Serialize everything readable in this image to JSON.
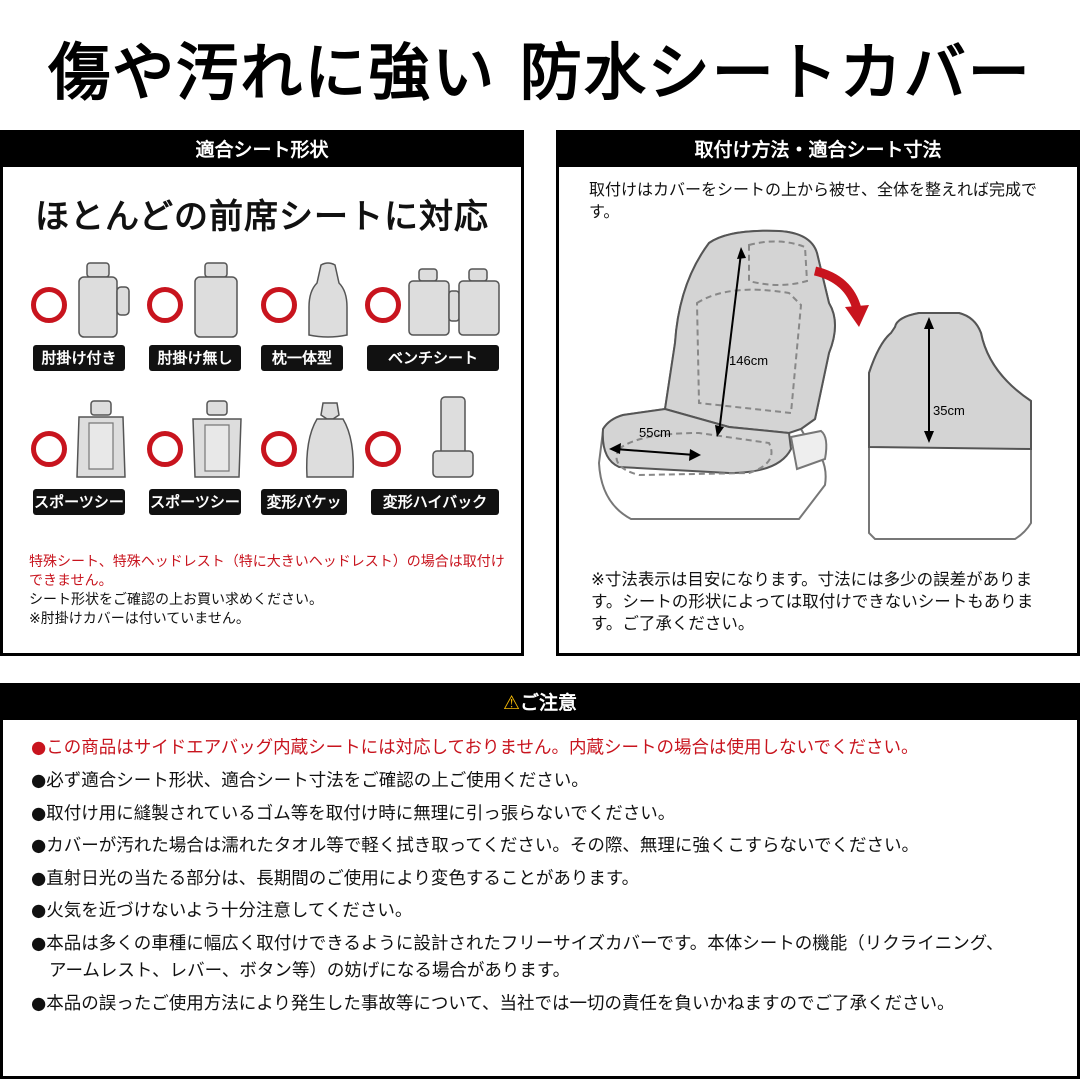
{
  "title": "傷や汚れに強い 防水シートカバー",
  "seat_types": {
    "header": "適合シート形状",
    "heading": "ほとんどの前席シートに対応",
    "items": [
      {
        "label": "肘掛け付き",
        "icon": "seat-with-armrest-icon"
      },
      {
        "label": "肘掛け無し",
        "icon": "seat-without-armrest-icon"
      },
      {
        "label": "枕一体型",
        "icon": "integrated-headrest-seat-icon"
      },
      {
        "label": "ベンチシート",
        "icon": "bench-seat-icon"
      },
      {
        "label": "スポーツシート",
        "icon": "sports-seat-icon"
      },
      {
        "label": "スポーツシート",
        "icon": "sports-seat-icon"
      },
      {
        "label": "変形バケット",
        "icon": "bucket-seat-icon"
      },
      {
        "label": "変形ハイバック",
        "icon": "high-back-seat-icon"
      }
    ],
    "note_red": "特殊シート、特殊ヘッドレスト（特に大きいヘッドレスト）の場合は取付けできません。",
    "note_1": "シート形状をご確認の上お買い求めください。",
    "note_2": "※肘掛けカバーは付いていません。"
  },
  "install": {
    "header": "取付け方法・適合シート寸法",
    "description": "取付けはカバーをシートの上から被せ、全体を整えれば完成です。",
    "dim_height": "146cm",
    "dim_width": "55cm",
    "dim_back": "35cm",
    "note": "※寸法表示は目安になります。寸法には多少の誤差があります。シートの形状によっては取付けできないシートもあります。ご了承ください。"
  },
  "caution": {
    "header": "ご注意",
    "warning_icon": "warning-icon",
    "items": [
      "●この商品はサイドエアバッグ内蔵シートには対応しておりません。内蔵シートの場合は使用しないでください。",
      "●必ず適合シート形状、適合シート寸法をご確認の上ご使用ください。",
      "●取付け用に縫製されているゴム等を取付け時に無理に引っ張らないでください。",
      "●カバーが汚れた場合は濡れたタオル等で軽く拭き取ってください。その際、無理に強くこすらないでください。",
      "●直射日光の当たる部分は、長期間のご使用により変色することがあります。",
      "●火気を近づけないよう十分注意してください。",
      "●本品は多くの車種に幅広く取付けできるように設計されたフリーサイズカバーです。本体シートの機能（リクライニング、",
      "アームレスト、レバー、ボタン等）の妨げになる場合があります。",
      "●本品の誤ったご使用方法により発生した事故等について、当社では一切の責任を負いかねますのでご了承ください。"
    ]
  },
  "colors": {
    "accent_red": "#c8141e",
    "seat_gray": "#d4d4d4",
    "black": "#000000"
  }
}
